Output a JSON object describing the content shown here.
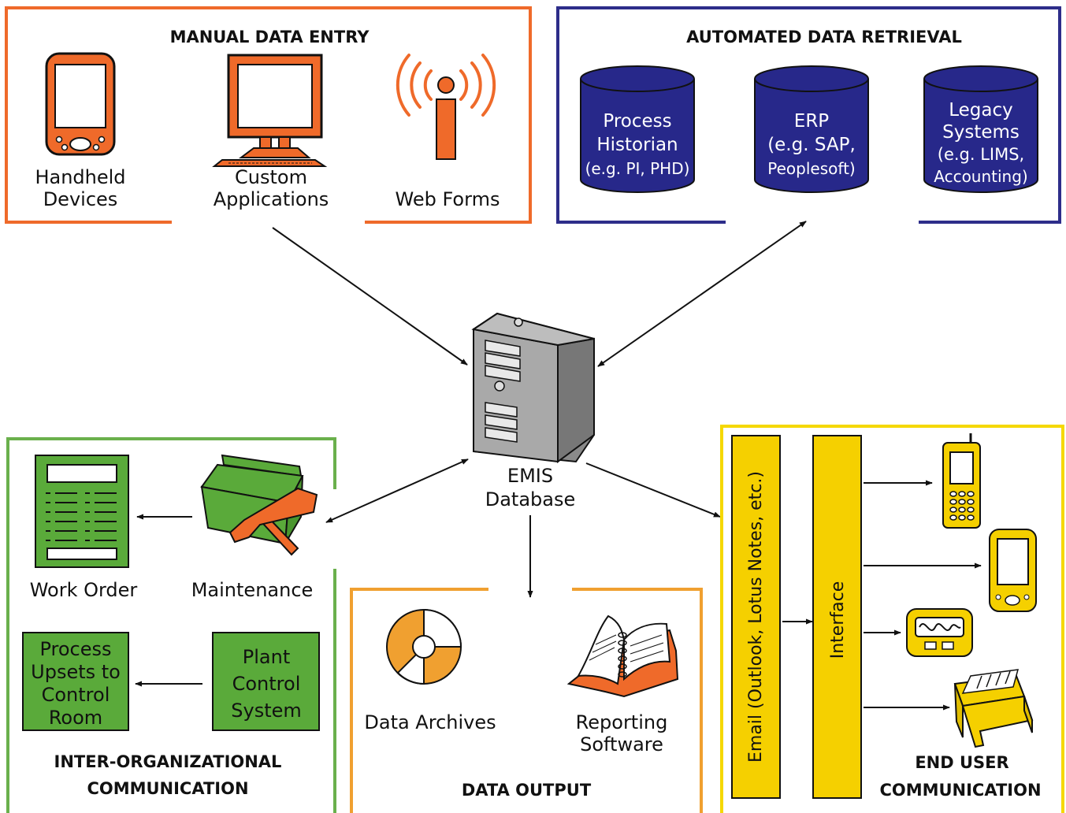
{
  "colors": {
    "manual": "#ef6a2a",
    "automated": "#2d2d8a",
    "inter_org": "#6ab04c",
    "output": "#f0a030",
    "end_user": "#f5d800",
    "green_fill": "#5aaa3a",
    "yellow_fill": "#f5d000",
    "navy_fill": "#27288a",
    "orange_fill": "#ef6a2a"
  },
  "manual": {
    "title": "MANUAL DATA ENTRY",
    "handheld_line1": "Handheld",
    "handheld_line2": "Devices",
    "custom_line1": "Custom",
    "custom_line2": "Applications",
    "web": "Web Forms"
  },
  "automated": {
    "title": "AUTOMATED DATA RETRIEVAL",
    "db1": [
      "Process",
      "Historian",
      "(e.g. PI, PHD)"
    ],
    "db2": [
      "ERP",
      "(e.g. SAP,",
      "Peoplesoft)"
    ],
    "db3": [
      "Legacy",
      "Systems",
      "(e.g. LIMS,",
      "Accounting)"
    ]
  },
  "center": {
    "line1": "EMIS",
    "line2": "Database"
  },
  "inter_org": {
    "title_line1": "INTER-ORGANIZATIONAL",
    "title_line2": "COMMUNICATION",
    "work_order": "Work Order",
    "maintenance": "Maintenance",
    "upsets": [
      "Process",
      "Upsets to",
      "Control",
      "Room"
    ],
    "plant": [
      "Plant",
      "Control",
      "System"
    ]
  },
  "output": {
    "title": "DATA OUTPUT",
    "archives": "Data Archives",
    "reporting_line1": "Reporting",
    "reporting_line2": "Software"
  },
  "end_user": {
    "title_line1": "END USER",
    "title_line2": "COMMUNICATION",
    "email": "Email (Outlook, Lotus Notes, etc.)",
    "interface": "Interface"
  }
}
